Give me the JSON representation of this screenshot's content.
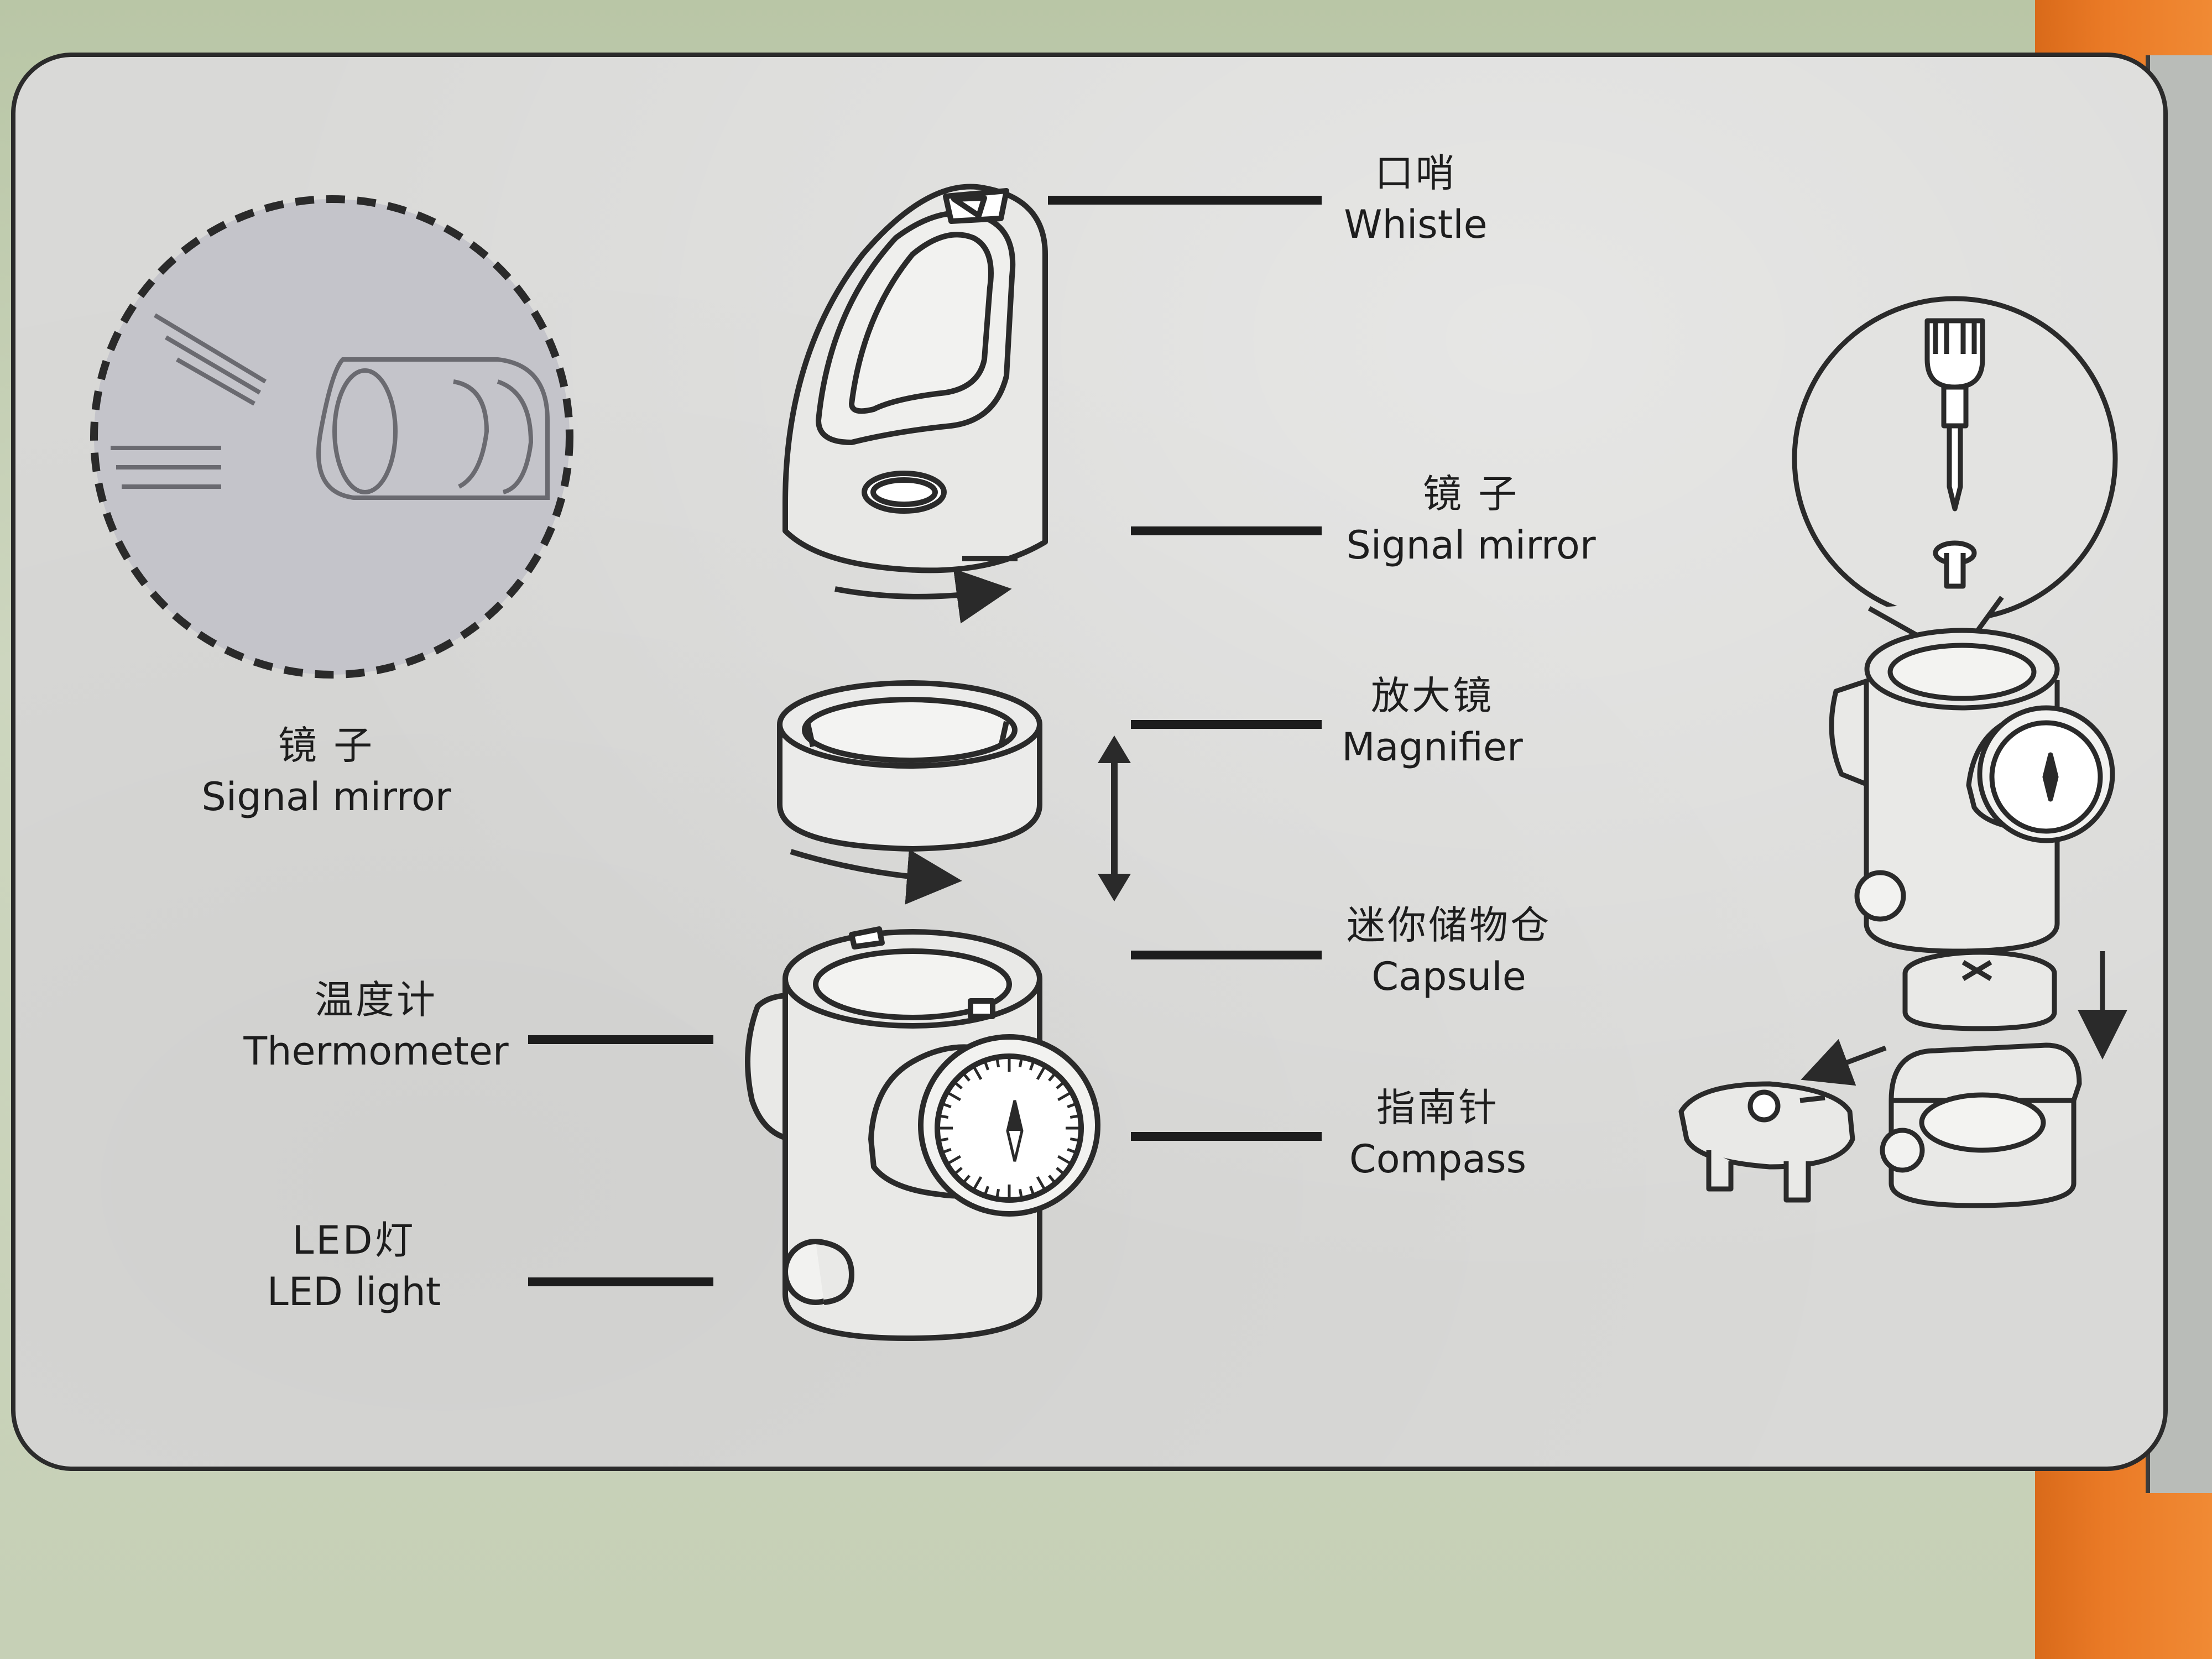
{
  "diagram": {
    "labels": {
      "whistle": {
        "cn": "口哨",
        "en": "Whistle"
      },
      "signal_mirror_right": {
        "cn": "镜 子",
        "en": "Signal mirror"
      },
      "magnifier": {
        "cn": "放大镜",
        "en": "Magnifier"
      },
      "capsule": {
        "cn": "迷你储物仓",
        "en": "Capsule"
      },
      "compass": {
        "cn": "指南针",
        "en": "Compass"
      },
      "thermometer": {
        "cn": "温度计",
        "en": "Thermometer"
      },
      "led_light": {
        "cn": "LED灯",
        "en": "LED light"
      },
      "signal_mirror_left": {
        "cn": "镜 子",
        "en": "Signal mirror"
      }
    }
  },
  "colors": {
    "card_background": "#d9d9d7",
    "line_art": "#2a2a2a",
    "surround": "#c8d3b9",
    "edge_orange": "#ea7a26"
  }
}
